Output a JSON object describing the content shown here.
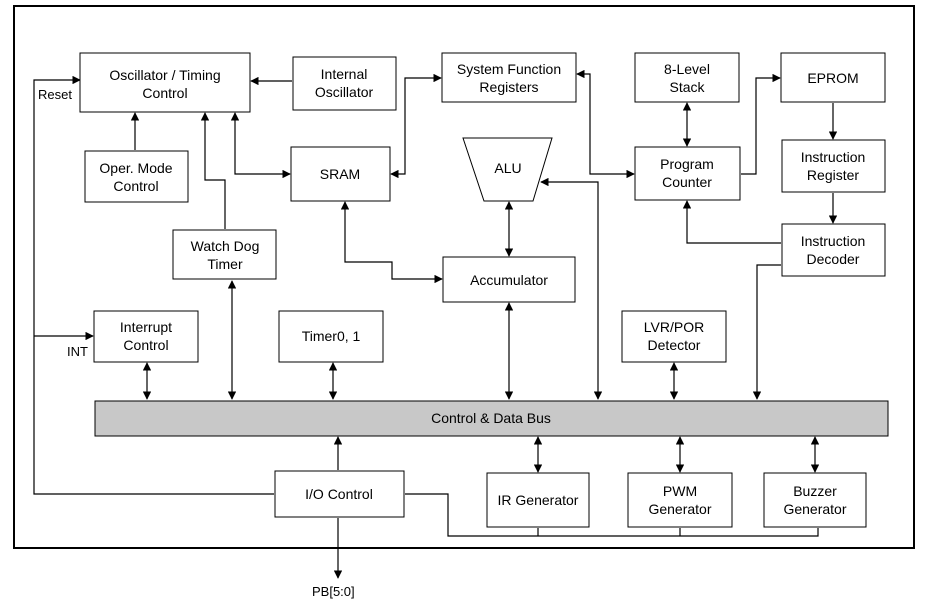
{
  "blocks": {
    "osc": {
      "line1": "Oscillator / Timing",
      "line2": "Control"
    },
    "internal_osc": {
      "line1": "Internal",
      "line2": "Oscillator"
    },
    "sfr": {
      "line1": "System Function",
      "line2": "Registers"
    },
    "stack": {
      "line1": "8-Level",
      "line2": "Stack"
    },
    "eprom": {
      "line1": "EPROM"
    },
    "oper_mode": {
      "line1": "Oper. Mode",
      "line2": "Control"
    },
    "sram": {
      "line1": "SRAM"
    },
    "alu": {
      "line1": "ALU"
    },
    "program_counter": {
      "line1": "Program",
      "line2": "Counter"
    },
    "instruction_register": {
      "line1": "Instruction",
      "line2": "Register"
    },
    "watchdog": {
      "line1": "Watch Dog",
      "line2": "Timer"
    },
    "accumulator": {
      "line1": "Accumulator"
    },
    "instruction_decoder": {
      "line1": "Instruction",
      "line2": "Decoder"
    },
    "interrupt": {
      "line1": "Interrupt",
      "line2": "Control"
    },
    "timer": {
      "line1": "Timer0, 1"
    },
    "lvr": {
      "line1": "LVR/POR",
      "line2": "Detector"
    },
    "bus": {
      "line1": "Control & Data Bus"
    },
    "io": {
      "line1": "I/O Control"
    },
    "ir": {
      "line1": "IR Generator"
    },
    "pwm": {
      "line1": "PWM",
      "line2": "Generator"
    },
    "buzzer": {
      "line1": "Buzzer",
      "line2": "Generator"
    }
  },
  "signals": {
    "reset": "Reset",
    "int": "INT",
    "pb": "PB[5:0]"
  },
  "colors": {
    "bus_fill": "#c8c8c8",
    "line": "#000000"
  }
}
